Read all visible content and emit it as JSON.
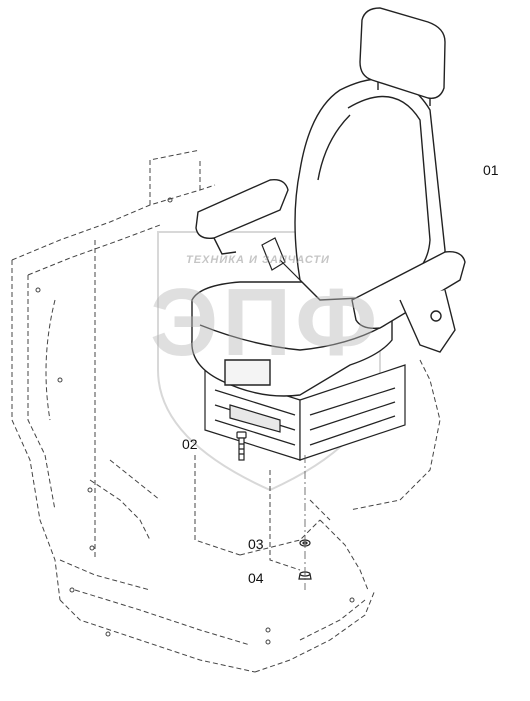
{
  "callouts": [
    {
      "id": "01",
      "label": "01"
    },
    {
      "id": "02",
      "label": "02"
    },
    {
      "id": "03",
      "label": "03"
    },
    {
      "id": "04",
      "label": "04"
    }
  ],
  "watermark": {
    "caption": "ТЕХНИКА И ЗАПЧАСТИ",
    "mark": "ЭПФ"
  },
  "colors": {
    "line": "#222222",
    "dashed": "#444444",
    "watermark": "#b9b9b9"
  }
}
